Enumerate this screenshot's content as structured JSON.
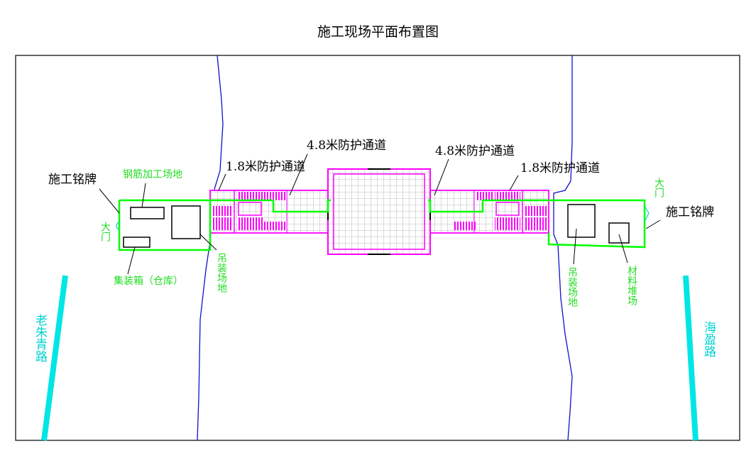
{
  "title": "施工现场平面布置图",
  "labels": {
    "sign_left": "施工铭牌",
    "sign_right": "施工铭牌",
    "rebar_yard": "钢筋加工场地",
    "gate_left": "大门",
    "gate_right": "大门",
    "container": "集装箱（仓库）",
    "lift_left": "吊装场地",
    "lift_right": "吊装场地",
    "material_yard": "材料堆场",
    "channel_18_left": "1.8米防护通道",
    "channel_48_left": "4.8米防护通道",
    "channel_48_right": "4.8米防护通道",
    "channel_18_right": "1.8米防护通道",
    "road_left": "老朱青路",
    "road_right": "海盈路"
  },
  "colors": {
    "boundary": "#00ff00",
    "magenta": "#ff00ff",
    "grid": "#b0b0b0",
    "river": "#1010cc",
    "road": "#00e5e5",
    "green_text": "#22dd22",
    "cyan_text": "#00d0d0"
  }
}
